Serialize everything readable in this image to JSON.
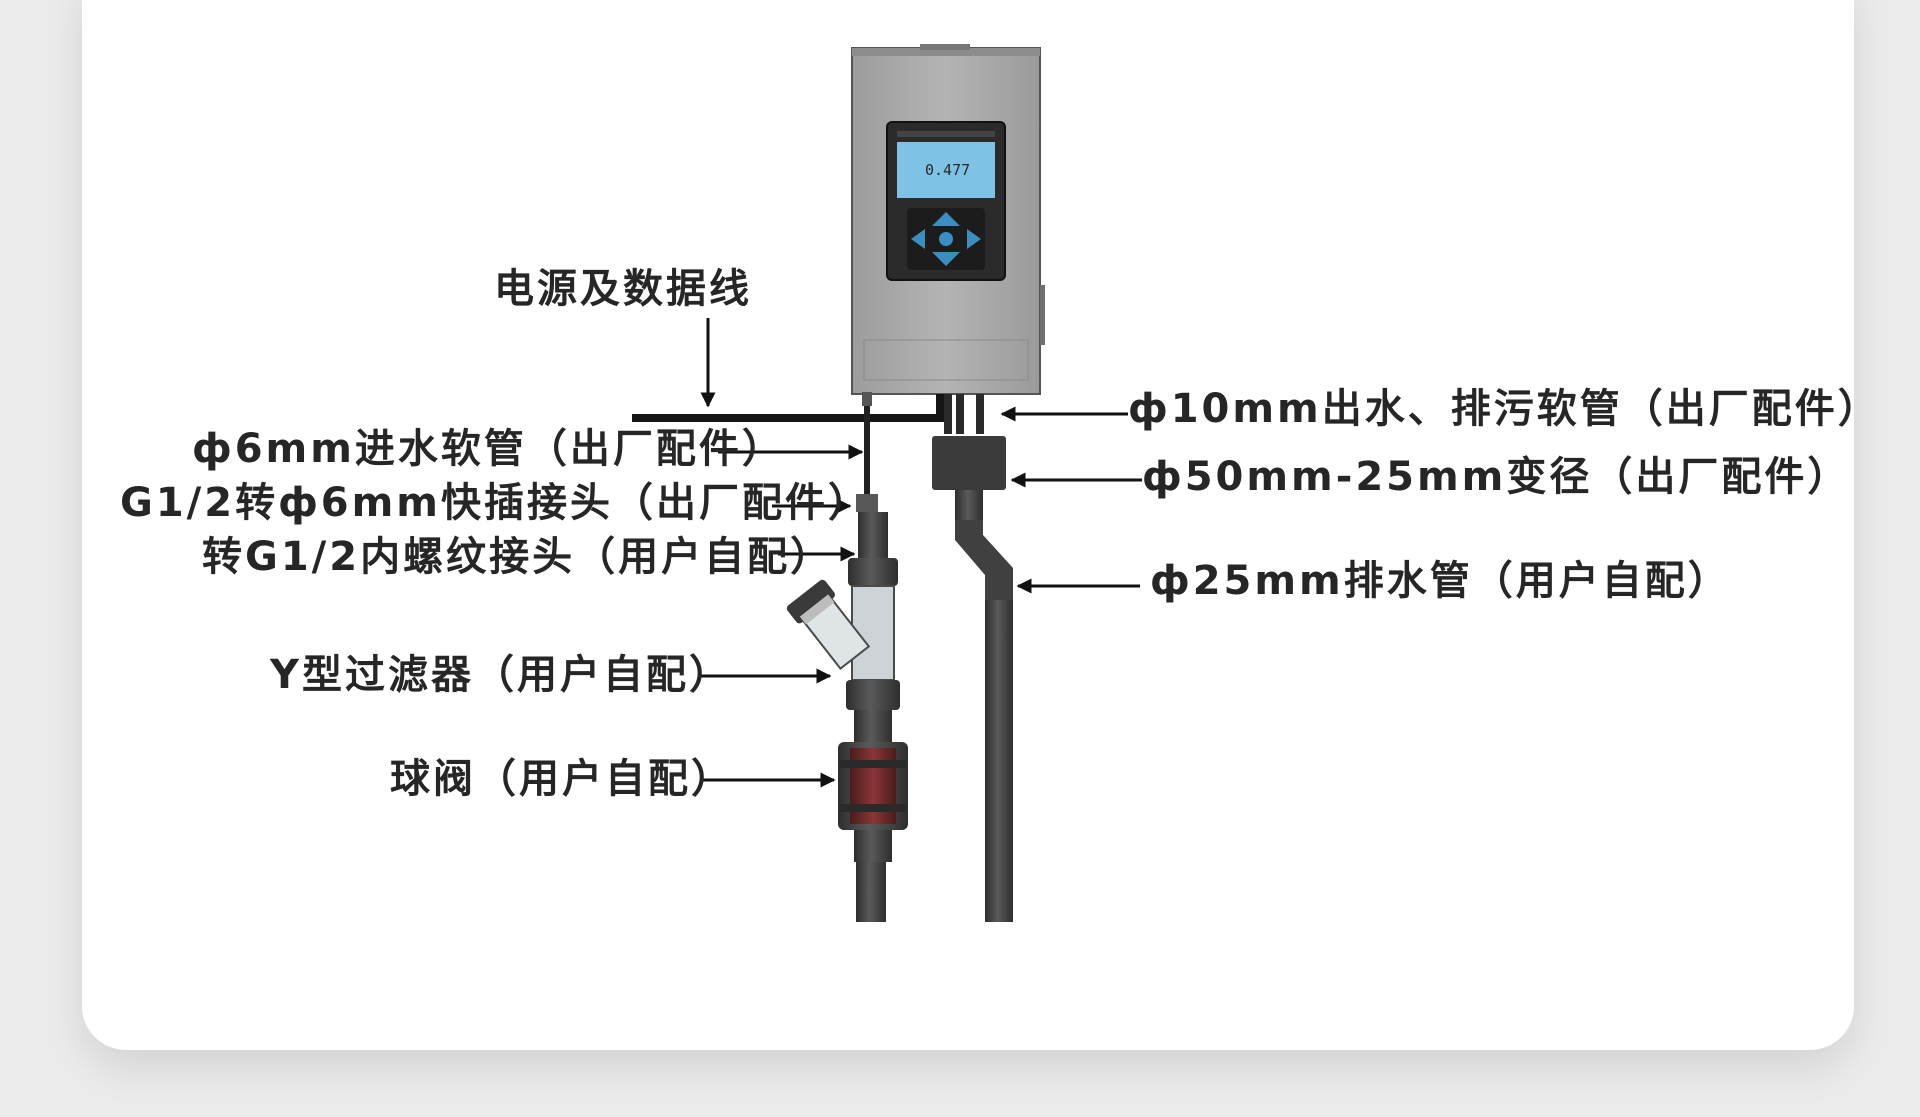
{
  "labels": {
    "power_data_cable": "电源及数据线",
    "inlet_hose": "ф6mm进水软管（出厂配件）",
    "quick_connector": "G1/2转ф6mm快插接头（出厂配件）",
    "female_thread_joint": "转G1/2内螺纹接头（用户自配）",
    "y_filter": "Y型过滤器（用户自配）",
    "ball_valve": "球阀（用户自配）",
    "outlet_drain_hose": "ф10mm出水、排污软管（出厂配件）",
    "reducer": "ф50mm-25mm变径（出厂配件）",
    "drain_pipe": "ф25mm排水管（用户自配）"
  },
  "device": {
    "screen_reading": "0.477"
  },
  "colors": {
    "card": "#ffffff",
    "background": "#ebebeb",
    "cabinet": "#a8a8a8",
    "pipe": "#3f3f3f",
    "screen": "#7ec3e6",
    "valve": "#7a2b2b"
  }
}
